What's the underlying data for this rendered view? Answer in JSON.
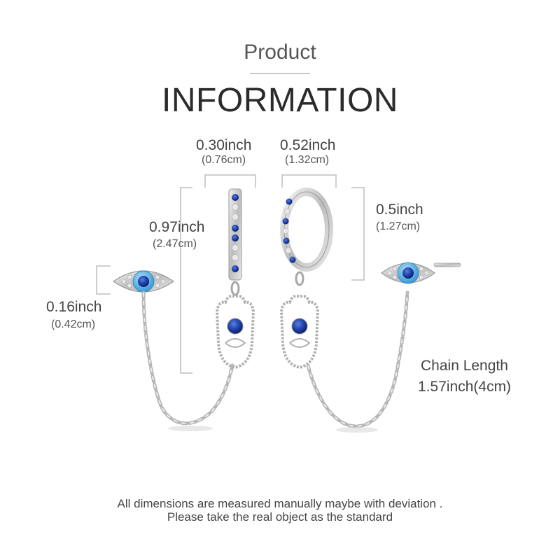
{
  "header": {
    "title_small": "Product",
    "title_large": "INFORMATION"
  },
  "dimensions": {
    "bar_width": {
      "inch": "0.30inch",
      "cm": "(0.76cm)"
    },
    "hoop_width": {
      "inch": "0.52inch",
      "cm": "(1.32cm)"
    },
    "drop_length": {
      "inch": "0.97inch",
      "cm": "(2.47cm)"
    },
    "hoop_height": {
      "inch": "0.5inch",
      "cm": "(1.27cm)"
    },
    "eye_height": {
      "inch": "0.16inch",
      "cm": "(0.42cm)"
    },
    "chain": {
      "label": "Chain Length",
      "value": "1.57inch(4cm)"
    }
  },
  "footer": {
    "line1": "All dimensions are measured manually maybe with deviation .",
    "line2": "Please take the real object as the standard"
  },
  "colors": {
    "silver": "#c9c9c9",
    "silver_dark": "#9a9a9a",
    "sapphire": "#1d3fa8",
    "light_blue": "#4fb3e8",
    "measure_line": "#bdbdbd"
  }
}
